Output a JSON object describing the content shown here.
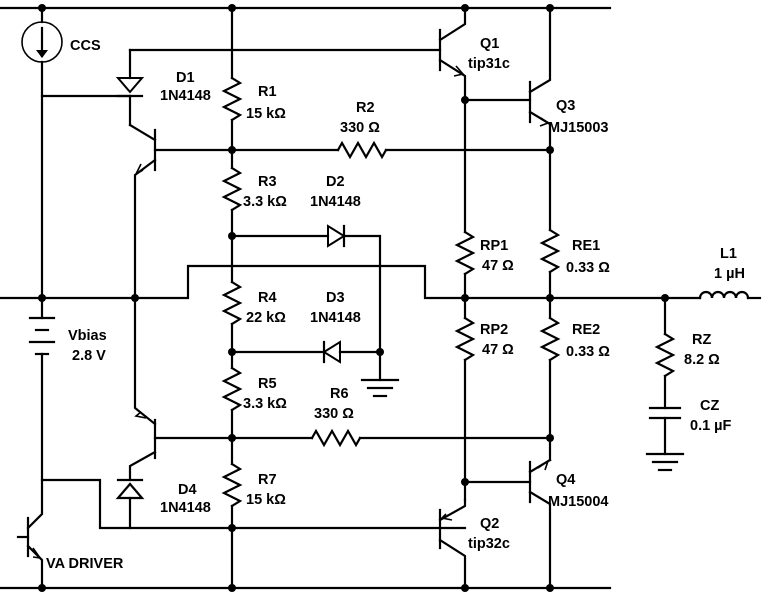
{
  "schematic": {
    "ccs": "CCS",
    "q1": {
      "ref": "Q1",
      "part": "tip31c"
    },
    "q2": {
      "ref": "Q2",
      "part": "tip32c"
    },
    "q3": {
      "ref": "Q3",
      "part": "MJ15003"
    },
    "q4": {
      "ref": "Q4",
      "part": "MJ15004"
    },
    "d1": {
      "ref": "D1",
      "part": "1N4148"
    },
    "d2": {
      "ref": "D2",
      "part": "1N4148"
    },
    "d3": {
      "ref": "D3",
      "part": "1N4148"
    },
    "d4": {
      "ref": "D4",
      "part": "1N4148"
    },
    "r1": {
      "ref": "R1",
      "value": "15 kΩ"
    },
    "r2": {
      "ref": "R2",
      "value": "330 Ω"
    },
    "r3": {
      "ref": "R3",
      "value": "3.3 kΩ"
    },
    "r4": {
      "ref": "R4",
      "value": "22 kΩ"
    },
    "r5": {
      "ref": "R5",
      "value": "3.3 kΩ"
    },
    "r6": {
      "ref": "R6",
      "value": "330 Ω"
    },
    "r7": {
      "ref": "R7",
      "value": "15 kΩ"
    },
    "rp1": {
      "ref": "RP1",
      "value": "47 Ω"
    },
    "rp2": {
      "ref": "RP2",
      "value": "47 Ω"
    },
    "re1": {
      "ref": "RE1",
      "value": "0.33 Ω"
    },
    "re2": {
      "ref": "RE2",
      "value": "0.33 Ω"
    },
    "l1": {
      "ref": "L1",
      "value": "1 µH"
    },
    "rz": {
      "ref": "RZ",
      "value": "8.2 Ω"
    },
    "cz": {
      "ref": "CZ",
      "value": "0.1 µF"
    },
    "vbias": {
      "ref": "Vbias",
      "value": "2.8 V"
    },
    "va_driver": "VA DRIVER"
  }
}
